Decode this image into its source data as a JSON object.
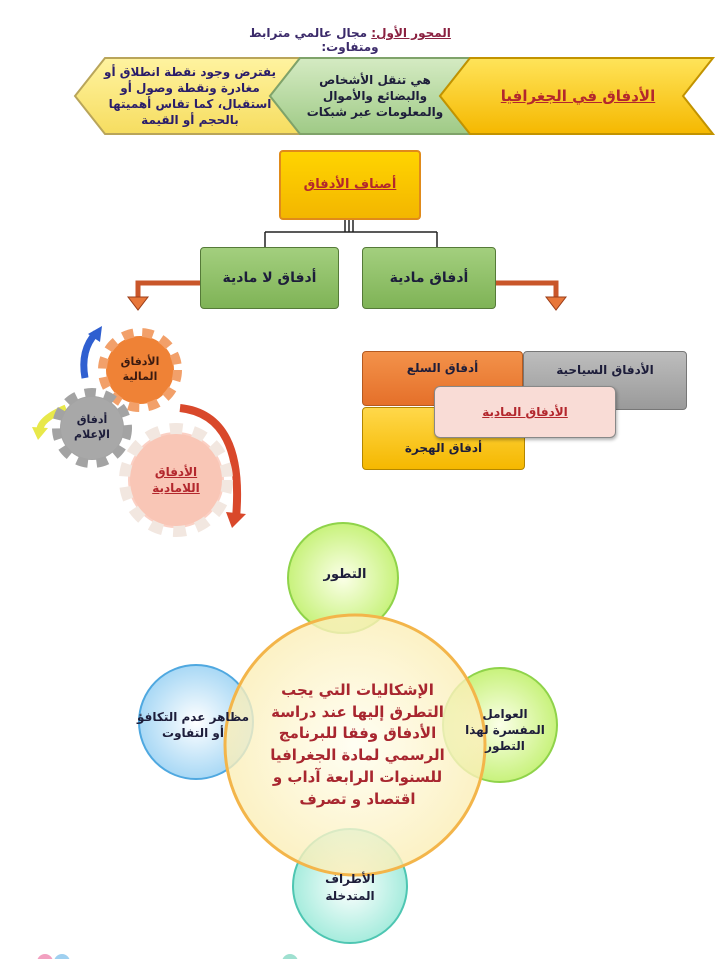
{
  "header": {
    "title_prefix": "المحور الأول:",
    "title_rest": "مجال عالمي مترابط ومتفاوت:"
  },
  "chevrons": [
    {
      "text": "الأدفاق في الجغرافيا"
    },
    {
      "text": "هي تنقل الأشخاص والبضائع والأموال والمعلومات عبر شبكات"
    },
    {
      "text": "يفترض وجود نقطة انطلاق أو مغادرة ونقطة وصول أو استقبال، كما تقاس أهميتها بالحجم أو القيمة"
    }
  ],
  "types_box": {
    "text": "أصناف الأدفاق"
  },
  "branches": {
    "material": "أدفاق مادية",
    "immaterial": "أدفاق لا مادية"
  },
  "gears": {
    "financial": "الأدفاق المالية",
    "media": "أدفاق الإعلام",
    "immaterial": "الأدفاق اللامادية"
  },
  "material_blocks": {
    "goods": "أدفاق السلع",
    "tourism": "الأدفاق السياحية",
    "center": "الأدفاق المادية",
    "migration": "أدفاق الهجرة"
  },
  "venn": {
    "center": "الإشكاليات التي يجب التطرق إليها عند دراسة الأدفاق وفقا للبرنامج الرسمي لمادة الجغرافيا للسنوات الرابعة آداب و اقتصاد و تصرف",
    "top": "التطور",
    "right": "العوامل المفسرة لهذا التطور",
    "left": "مظاهر عدم التكافؤ أو التفاوت",
    "bottom": "الأطراف المتدخلة"
  },
  "colors": {
    "gold": "#f7c400",
    "green": "#a9d08e",
    "orange": "#ef8236",
    "gray": "#9c9c9c",
    "pink": "#f9d3cc"
  }
}
